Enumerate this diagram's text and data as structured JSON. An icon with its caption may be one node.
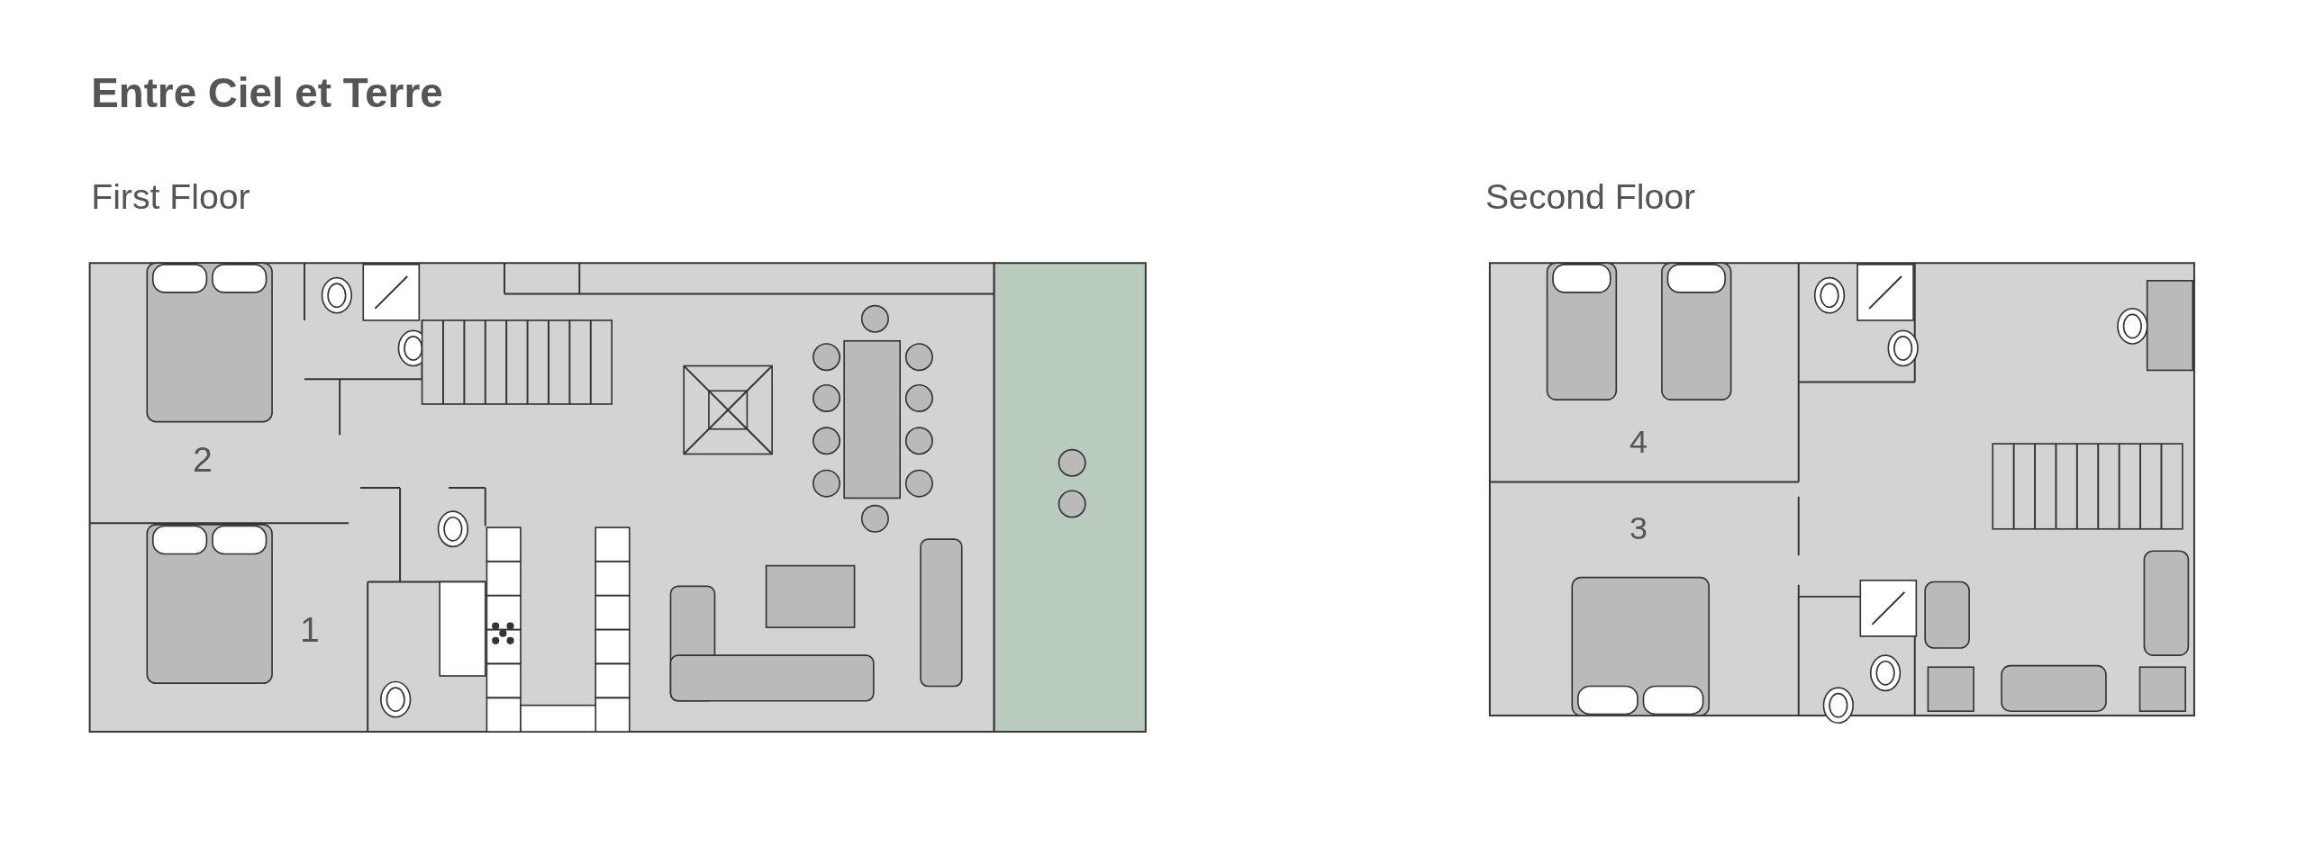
{
  "diagram": {
    "title": "Entre Ciel et Terre",
    "labels": [
      "First Floor",
      "2",
      "1",
      "Second Floor",
      "4",
      "3"
    ]
  }
}
